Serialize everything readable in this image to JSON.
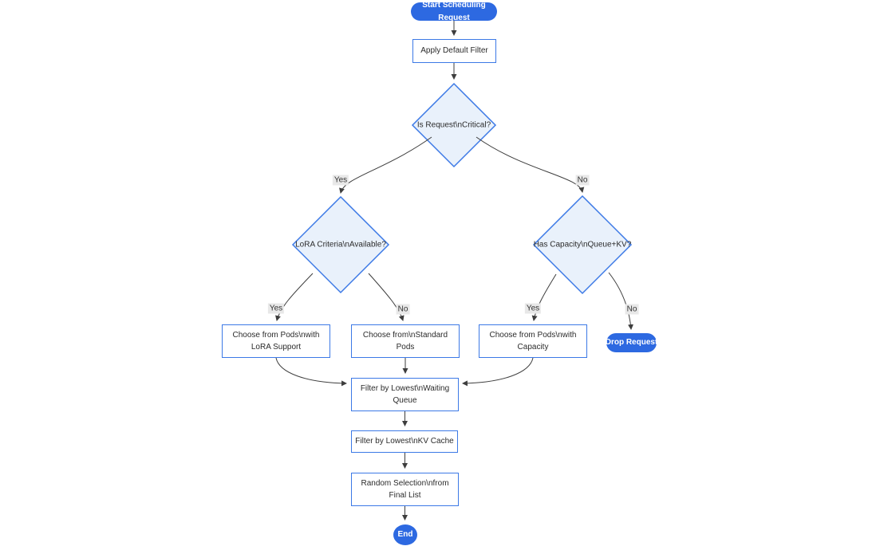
{
  "diagram": {
    "type": "flowchart",
    "direction": "top-down",
    "nodes": {
      "start": {
        "label": "Start Scheduling Request",
        "shape": "stadium"
      },
      "apply_filter": {
        "label": "Apply Default Filter",
        "shape": "rect"
      },
      "is_critical": {
        "label": "Is Request\\nCritical?",
        "shape": "diamond"
      },
      "lora_criteria": {
        "label": "LoRA Criteria\\nAvailable?",
        "shape": "diamond"
      },
      "has_capacity": {
        "label": "Has Capacity\\nQueue+KV?",
        "shape": "diamond"
      },
      "choose_lora_pods": {
        "label": "Choose from Pods\\nwith LoRA Support",
        "shape": "rect"
      },
      "choose_standard_pods": {
        "label": "Choose from\\nStandard Pods",
        "shape": "rect"
      },
      "choose_capacity_pods": {
        "label": "Choose from Pods\\nwith Capacity",
        "shape": "rect"
      },
      "drop_request": {
        "label": "Drop Request",
        "shape": "stadium"
      },
      "filter_waiting_queue": {
        "label": "Filter by Lowest\\nWaiting Queue",
        "shape": "rect"
      },
      "filter_kv_cache": {
        "label": "Filter by Lowest\\nKV Cache",
        "shape": "rect"
      },
      "random_selection": {
        "label": "Random Selection\\nfrom Final List",
        "shape": "rect"
      },
      "end": {
        "label": "End",
        "shape": "circle"
      }
    },
    "edge_labels": {
      "critical_yes": "Yes",
      "critical_no": "No",
      "lora_yes": "Yes",
      "lora_no": "No",
      "capacity_yes": "Yes",
      "capacity_no": "No"
    },
    "colors": {
      "accent_fill": "#2d69e1",
      "accent_text": "#ffffff",
      "node_border": "#3c79e6",
      "diamond_fill": "#e9f1fb",
      "rect_fill": "#ffffff",
      "edge_line": "#3d3d3d",
      "edge_label_bg": "#e8e8e8",
      "text": "#2b2b2b"
    }
  }
}
